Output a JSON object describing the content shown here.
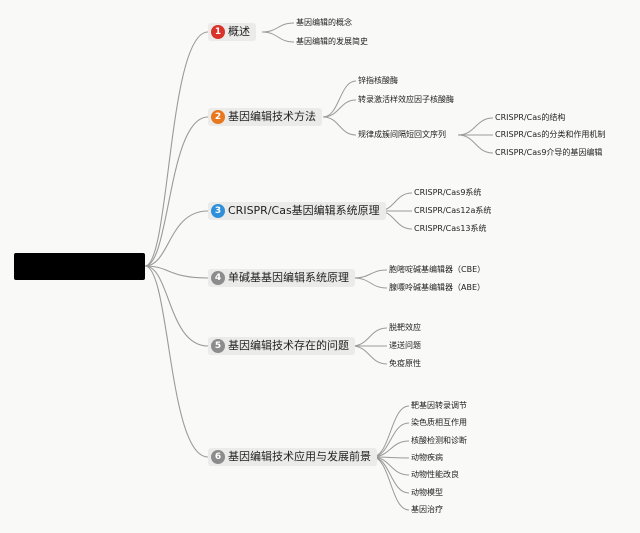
{
  "colors": {
    "line": "#9a9a9a",
    "badge1": "#d9322a",
    "badge2": "#e7781f",
    "badge3": "#2f8fd8",
    "badgeGray": "#8c8c8c"
  },
  "branches": [
    {
      "num": "1",
      "label": "概述"
    },
    {
      "num": "2",
      "label": "基因编辑技术方法"
    },
    {
      "num": "3",
      "label": "CRISPR/Cas基因编辑系统原理"
    },
    {
      "num": "4",
      "label": "单碱基基因编辑系统原理"
    },
    {
      "num": "5",
      "label": "基因编辑技术存在的问题"
    },
    {
      "num": "6",
      "label": "基因编辑技术应用与发展前景"
    }
  ],
  "leaves": {
    "b1": [
      "基因编辑的概念",
      "基因编辑的发展简史"
    ],
    "b2": [
      "锌指核酸酶",
      "转录激活样效应因子核酸酶",
      "规律成簇间隔短回文序列"
    ],
    "b2sub": [
      "CRISPR/Cas的结构",
      "CRISPR/Cas的分类和作用机制",
      "CRISPR/Cas9介导的基因编辑"
    ],
    "b3": [
      "CRISPR/Cas9系统",
      "CRISPR/Cas12a系统",
      "CRISPR/Cas13系统"
    ],
    "b4": [
      "胞嘧啶碱基编辑器（CBE）",
      "腺嘌呤碱基编辑器（ABE）"
    ],
    "b5": [
      "脱靶效应",
      "递送问题",
      "免疫原性"
    ],
    "b6": [
      "靶基因转录调节",
      "染色质相互作用",
      "核酸检测和诊断",
      "动物疾病",
      "动物性能改良",
      "动物模型",
      "基因治疗"
    ]
  }
}
